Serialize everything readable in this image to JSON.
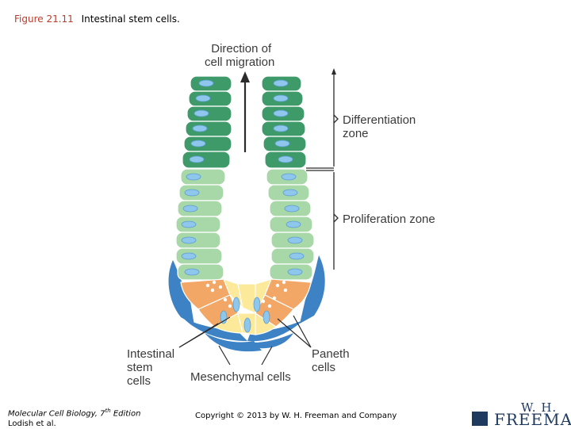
{
  "figure": {
    "number": "Figure 21.11",
    "caption": "Intestinal stem cells."
  },
  "labels": {
    "direction_line1": "Direction of",
    "direction_line2": "cell migration",
    "differentiation_line1": "Differentiation",
    "differentiation_line2": "zone",
    "proliferation": "Proliferation zone",
    "stem_line1": "Intestinal",
    "stem_line2": "stem",
    "stem_line3": "cells",
    "mesenchymal": "Mesenchymal cells",
    "paneth_line1": "Paneth",
    "paneth_line2": "cells"
  },
  "footer": {
    "book_prefix": "Molecular Cell Biology, 7",
    "book_sup": "th",
    "book_suffix": " Edition",
    "authors": "Lodish et al.",
    "copyright": "Copyright © 2013 by W. H. Freeman and Company",
    "logo_top": "W. H.",
    "logo_bottom": "FREEMAN"
  },
  "colors": {
    "dark_green": "#3f9a6a",
    "light_green": "#a8d7a8",
    "orange": "#f3a766",
    "yellow": "#fde99a",
    "blue": "#3d82c4",
    "nucleus": "#8ec6ec",
    "title_red": "#c0392b",
    "logo_navy": "#1f3a5f"
  }
}
